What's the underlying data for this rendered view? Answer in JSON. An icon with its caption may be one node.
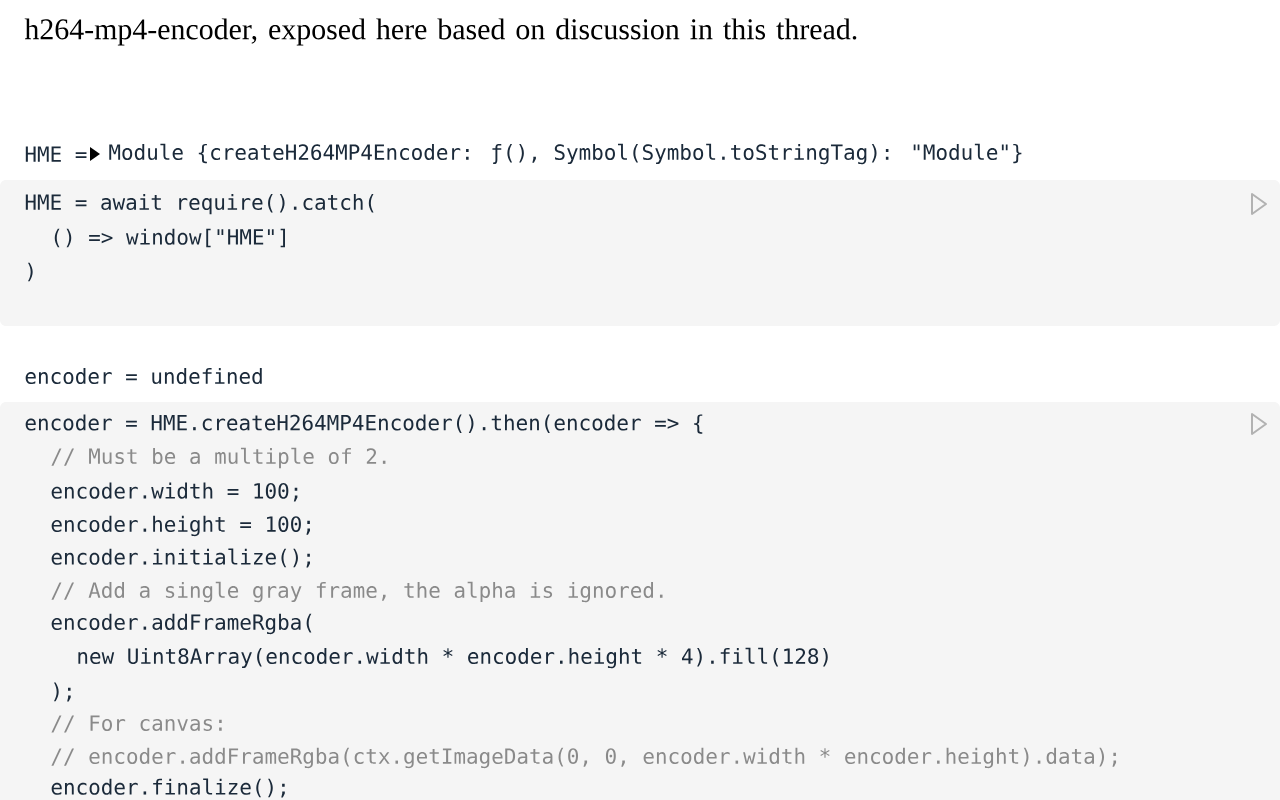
{
  "diagram": {
    "labels": [
      "h264-mp4-encoder, exposed here based on discussion in this thread.",
      "HME =",
      "Module {createH264MP4Encoder: ƒ(), Symbol(Symbol.toStringTag): \"Module\"}",
      "HME = await require().catch(",
      "() => window[\"HME\"]",
      ")",
      "encoder = undefined",
      "encoder = HME.createH264MP4Encoder().then(encoder => {",
      "// Must be a multiple of 2.",
      "encoder.width = 100;",
      "encoder.height = 100;",
      "encoder.initialize();",
      "// Add a single gray frame, the alpha is ignored.",
      "encoder.addFrameRgba(",
      "new Uint8Array(encoder.width * encoder.height * 4).fill(128)",
      ");",
      "// For canvas:",
      "// encoder.addFrameRgba(ctx.getImageData(0, 0, encoder.width * encoder.height).data);",
      "encoder.finalize();"
    ]
  }
}
